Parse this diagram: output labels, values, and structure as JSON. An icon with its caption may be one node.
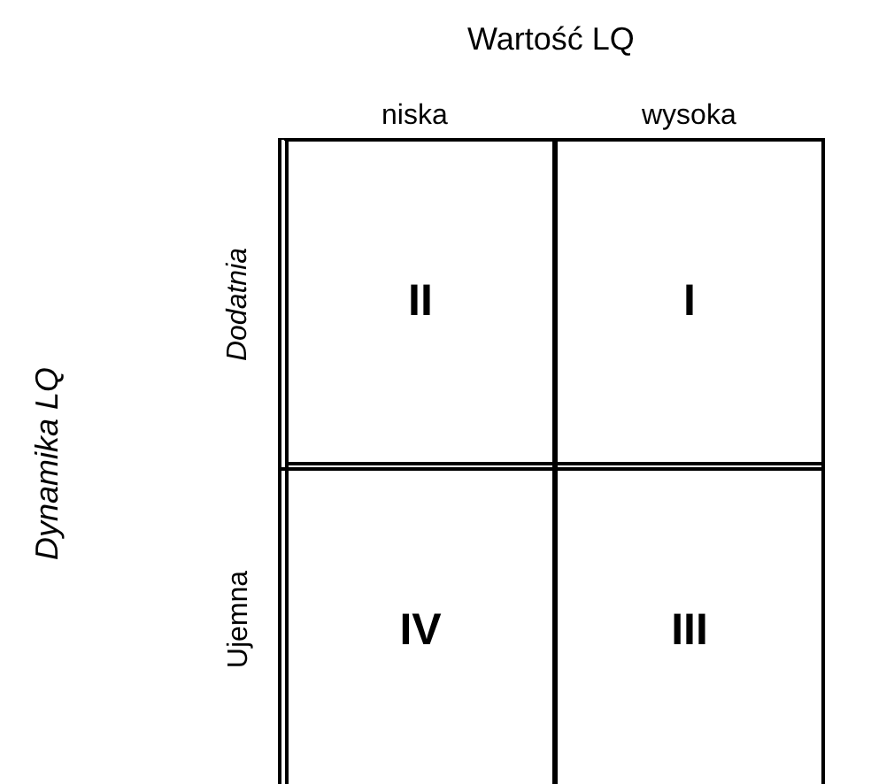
{
  "diagram": {
    "nodes": [
      {
        "text": [
          "II"
        ]
      },
      {
        "text": [
          "I"
        ]
      },
      {
        "text": [
          "IV"
        ]
      },
      {
        "text": [
          "III"
        ]
      }
    ],
    "edges": [],
    "labels": [
      "Wartość LQ",
      "niska",
      "wysoka",
      "Dynamika LQ",
      "Dodatnia",
      "Ujemna"
    ]
  }
}
